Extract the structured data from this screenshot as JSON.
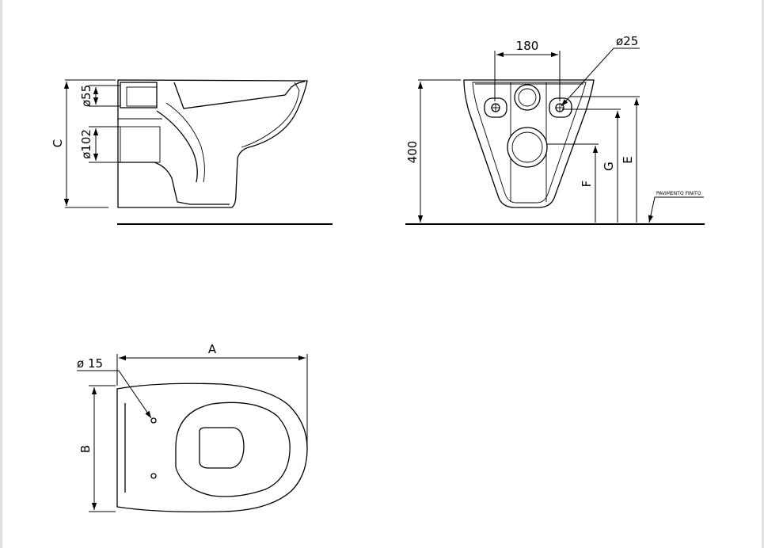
{
  "side_view": {
    "dim_c": "C",
    "dim_d55": "ø55",
    "dim_d102": "ø102"
  },
  "front_view": {
    "dim_180": "180",
    "dim_d25": "ø25",
    "dim_400": "400",
    "dim_f": "F",
    "dim_g": "G",
    "dim_e": "E",
    "floor_label": "PAVIMENTO FINITO"
  },
  "top_view": {
    "dim_a": "A",
    "dim_b": "B",
    "dim_d15": "ø 15"
  }
}
